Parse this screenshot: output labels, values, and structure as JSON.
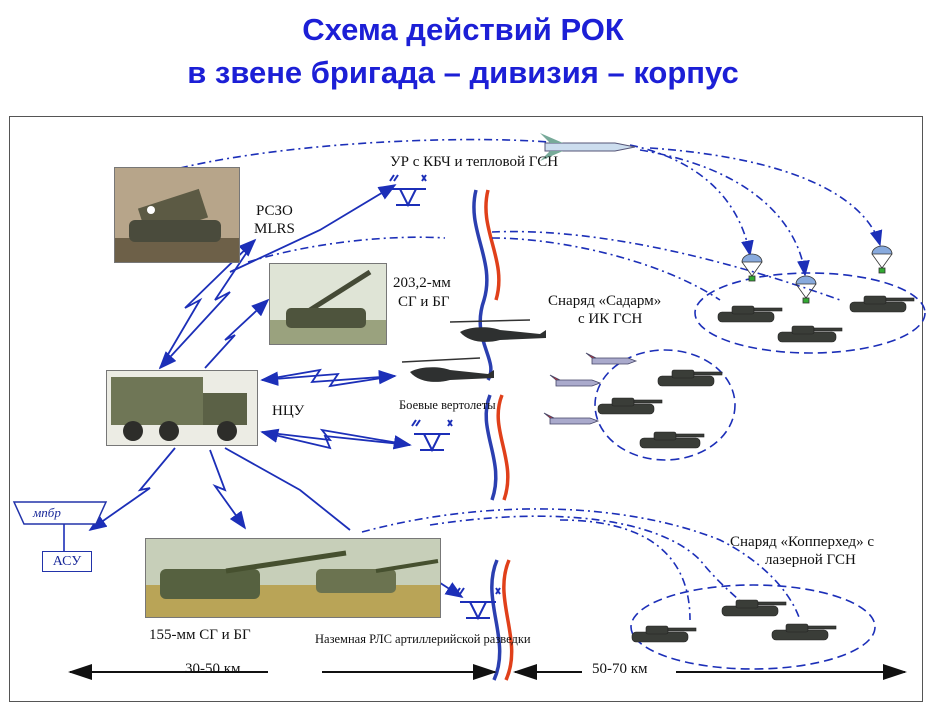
{
  "title": {
    "line1": "Схема действий РОК",
    "line2": "в звене бригада – дивизия – корпус"
  },
  "labels": {
    "ur_kbch": "УР с КБЧ и тепловой ГСН",
    "rszo": "РСЗО",
    "mlrs": "MLRS",
    "sg_203": "203,2-мм",
    "sg_203b": "СГ и БГ",
    "sadarm1": "Снаряд «Садарм»",
    "sadarm2": "с ИК ГСН",
    "ncu": "НЦУ",
    "helicopters": "Боевые вертолеты",
    "mbr": "мпбр",
    "asu": "АСУ",
    "copperhead1": "Снаряд «Копперхед» с",
    "copperhead2": "лазерной ГСН",
    "sg_155": "155-мм СГ и БГ",
    "radar": "Наземная РЛС артиллерийской разведки",
    "range_near": "30-50 км",
    "range_far": "50-70 км"
  },
  "colors": {
    "title": "#1c1fd6",
    "link": "#1c2fb8",
    "front_blue": "#2b3fb0",
    "front_red": "#e0401a"
  }
}
